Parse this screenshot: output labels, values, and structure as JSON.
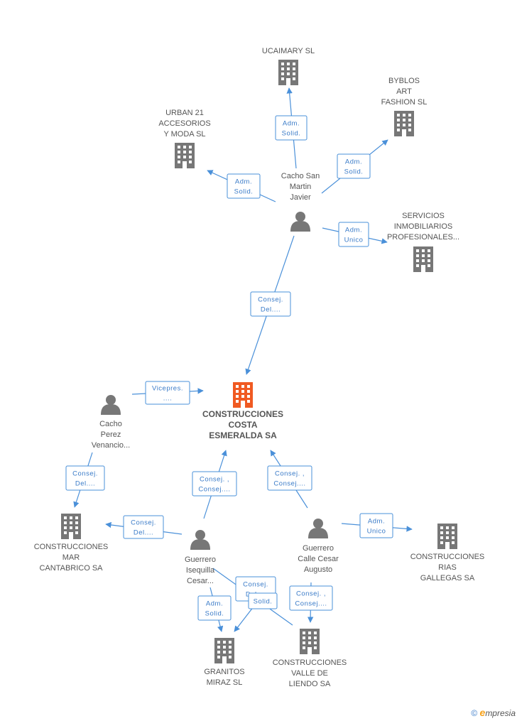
{
  "colors": {
    "edge": "#4a90d9",
    "company": "#777777",
    "main_company": "#f05a22",
    "person": "#777777"
  },
  "nodes": [
    {
      "id": "ucaimary",
      "type": "company",
      "label": [
        "UCAIMARY SL"
      ]
    },
    {
      "id": "byblos",
      "type": "company",
      "label": [
        "BYBLOS",
        "ART",
        "FASHION SL"
      ]
    },
    {
      "id": "urban21",
      "type": "company",
      "label": [
        "URBAN 21",
        "ACCESORIOS",
        "Y MODA SL"
      ]
    },
    {
      "id": "cacho_san_martin",
      "type": "person",
      "label": [
        "Cacho San",
        "Martin",
        "Javier"
      ]
    },
    {
      "id": "servicios",
      "type": "company",
      "label": [
        "SERVICIOS",
        "INMOBILIARIOS",
        "PROFESIONALES..."
      ]
    },
    {
      "id": "main",
      "type": "main",
      "label": [
        "CONSTRUCCIONES",
        "COSTA",
        "ESMERALDA SA"
      ]
    },
    {
      "id": "cacho_perez",
      "type": "person",
      "label": [
        "Cacho",
        "Perez",
        "Venancio..."
      ]
    },
    {
      "id": "mar_cantabrico",
      "type": "company",
      "label": [
        "CONSTRUCCIONES",
        "MAR",
        "CANTABRICO SA"
      ]
    },
    {
      "id": "guerrero_isequilla",
      "type": "person",
      "label": [
        "Guerrero",
        "Isequilla",
        "Cesar..."
      ]
    },
    {
      "id": "guerrero_calle",
      "type": "person",
      "label": [
        "Guerrero",
        "Calle Cesar",
        "Augusto"
      ]
    },
    {
      "id": "rias_gallegas",
      "type": "company",
      "label": [
        "CONSTRUCCIONES",
        "RIAS",
        "GALLEGAS SA"
      ]
    },
    {
      "id": "granitos",
      "type": "company",
      "label": [
        "GRANITOS",
        "MIRAZ SL"
      ]
    },
    {
      "id": "valle_liendo",
      "type": "company",
      "label": [
        "CONSTRUCCIONES",
        "VALLE DE",
        "LIENDO SA"
      ]
    }
  ],
  "edges": [
    {
      "id": "e1",
      "role": [
        "Adm.",
        "Solid."
      ]
    },
    {
      "id": "e2",
      "role": [
        "Adm.",
        "Solid."
      ]
    },
    {
      "id": "e3",
      "role": [
        "Adm.",
        "Solid."
      ]
    },
    {
      "id": "e4",
      "role": [
        "Adm.",
        "Unico"
      ]
    },
    {
      "id": "e5",
      "role": [
        "Consej.",
        "Del...."
      ]
    },
    {
      "id": "e6",
      "role": [
        "Vicepres.",
        "...."
      ]
    },
    {
      "id": "e7",
      "role": [
        "Consej.",
        "Del...."
      ]
    },
    {
      "id": "e8",
      "role": [
        "Consej.",
        "Del...."
      ]
    },
    {
      "id": "e9",
      "role": [
        "Consej. ,",
        "Consej...."
      ]
    },
    {
      "id": "e10",
      "role": [
        "Consej. ,",
        "Consej...."
      ]
    },
    {
      "id": "e11",
      "role": [
        "Adm.",
        "Unico"
      ]
    },
    {
      "id": "e12",
      "role": [
        "Adm.",
        "Solid."
      ]
    },
    {
      "id": "e13",
      "role": [
        "Consej.",
        "Del...."
      ]
    },
    {
      "id": "e14",
      "role": [
        "Consej. ,",
        "Consej...."
      ]
    },
    {
      "id": "e15",
      "role": [
        "Solid."
      ]
    }
  ],
  "footer": {
    "copyright": "©",
    "brand_e": "e",
    "brand_rest": "mpresia"
  }
}
